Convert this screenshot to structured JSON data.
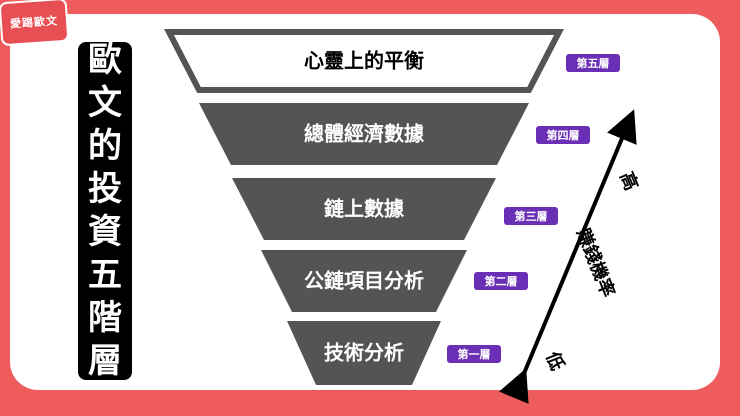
{
  "logo": {
    "text": "愛踢歐文"
  },
  "title": "歐文的投資五階層",
  "layers": [
    {
      "label": "心靈上的平衡",
      "badge": "第五層"
    },
    {
      "label": "總體經濟數據",
      "badge": "第四層"
    },
    {
      "label": "鏈上數據",
      "badge": "第三層"
    },
    {
      "label": "公鏈項目分析",
      "badge": "第二層"
    },
    {
      "label": "技術分析",
      "badge": "第一層"
    }
  ],
  "axis": {
    "high": "高",
    "low": "低",
    "label": "賺錢機率"
  },
  "colors": {
    "background": "#ee5c5e",
    "layer_fill": "#545454",
    "top_layer_fill": "#ffffff",
    "badge": "#6a2fb5"
  }
}
